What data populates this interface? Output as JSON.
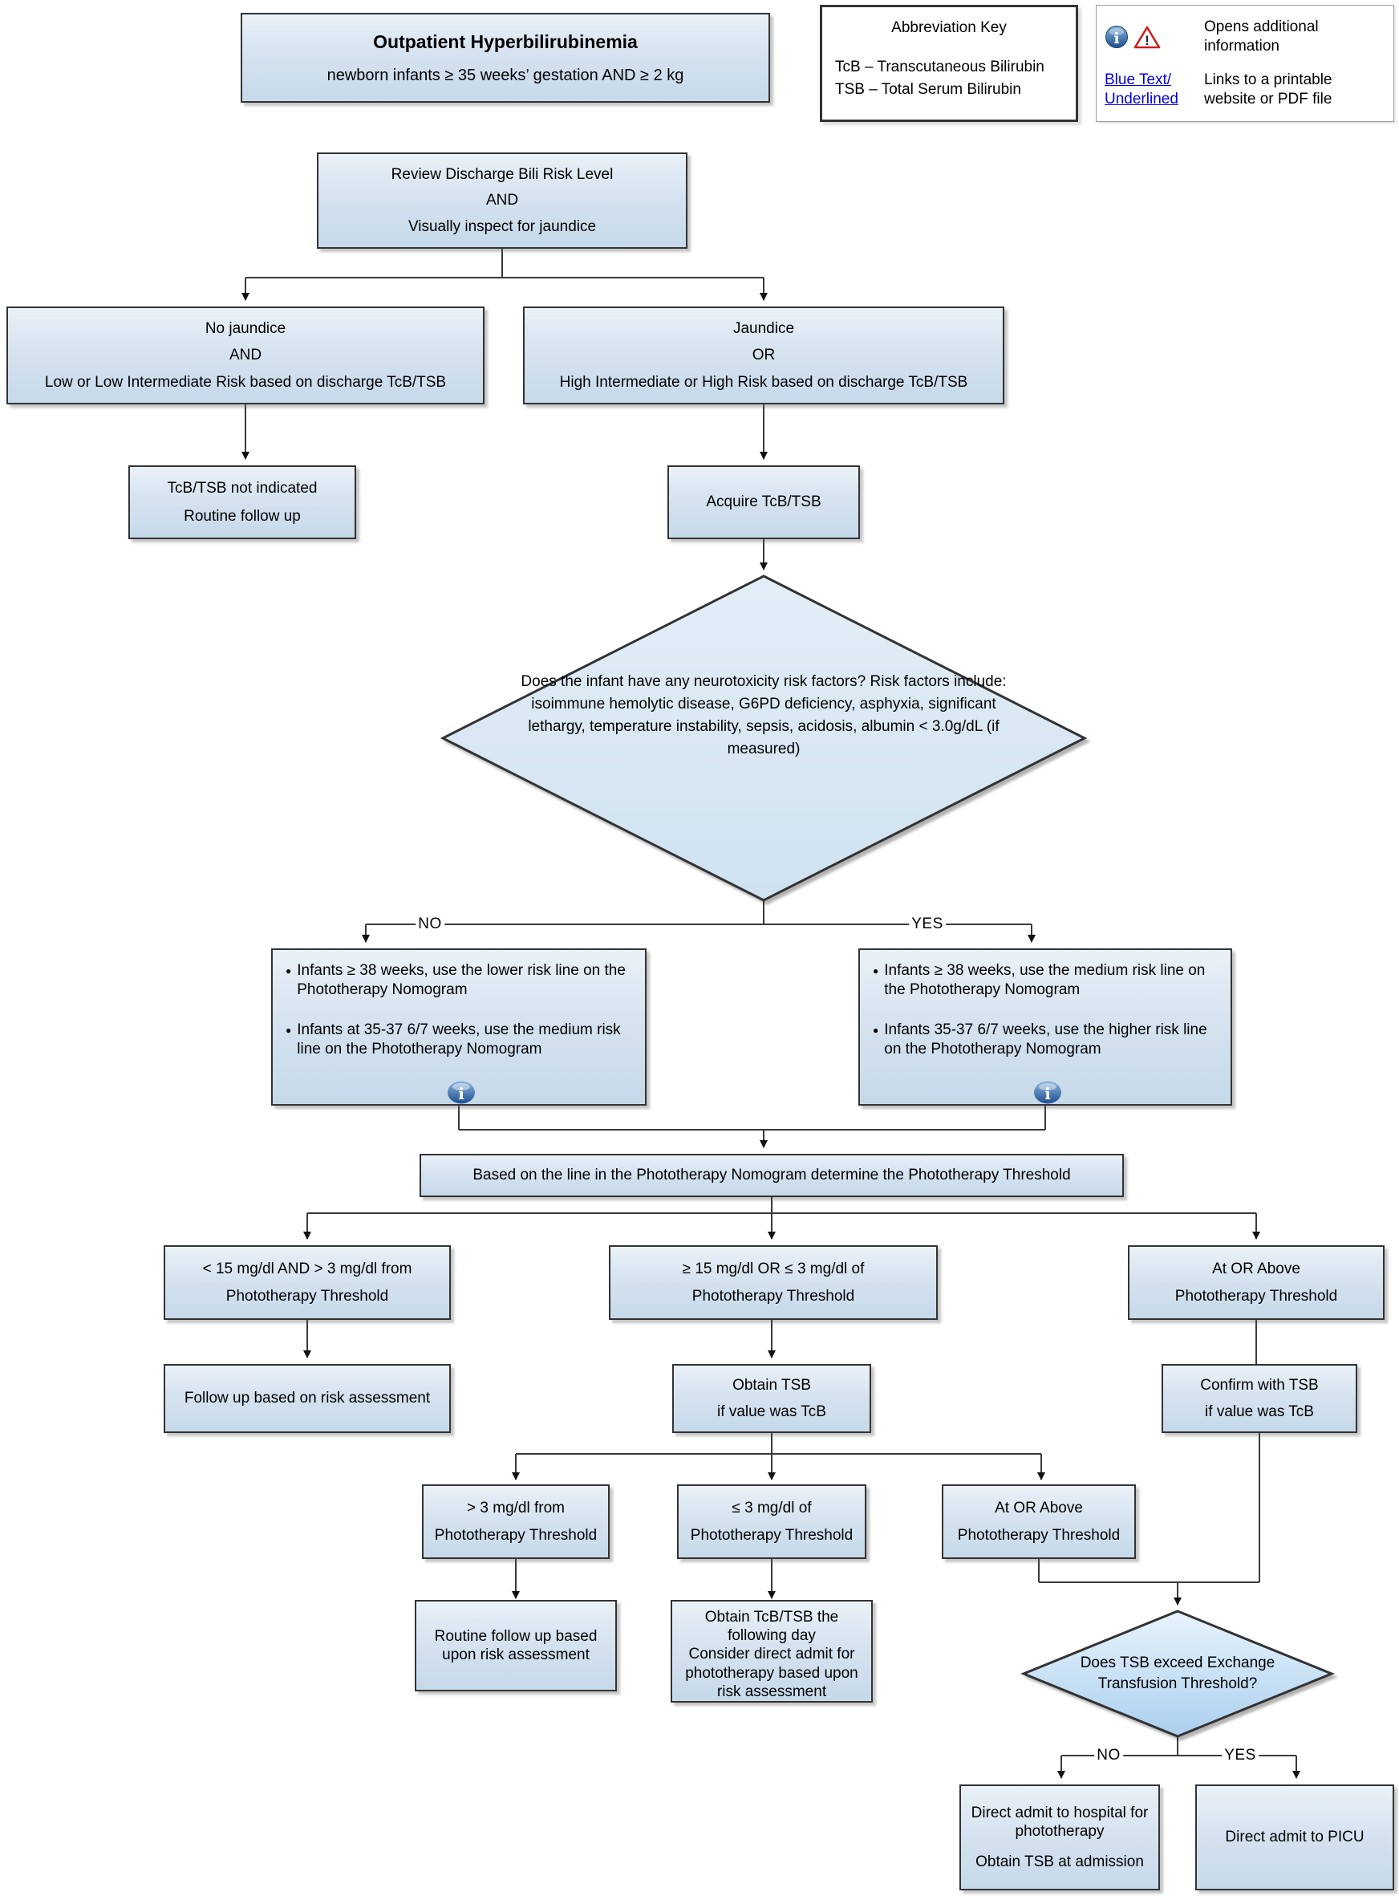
{
  "header": {
    "title": "Outpatient Hyperbilirubinemia",
    "subtitle": "newborn infants ≥ 35 weeks’ gestation AND ≥ 2 kg",
    "abbrev": {
      "title": "Abbreviation Key",
      "items": [
        "TcB – Transcutaneous Bilirubin",
        "TSB – Total Serum Bilirubin"
      ]
    },
    "legend": {
      "info_caption": "Opens additional information",
      "link_sample": "Blue Text/ Underlined",
      "link_caption": "Links to a printable website or PDF file"
    }
  },
  "nodes": {
    "review": [
      "Review Discharge Bili Risk Level",
      "AND",
      "Visually inspect for jaundice"
    ],
    "no_jaundice": [
      "No jaundice",
      "AND",
      "Low or Low Intermediate Risk based on discharge TcB/TSB"
    ],
    "jaundice": [
      "Jaundice",
      "OR",
      "High Intermediate or High Risk based on discharge TcB/TSB"
    ],
    "not_indicated": [
      "TcB/TSB not indicated",
      "Routine follow up"
    ],
    "acquire": [
      "Acquire TcB/TSB"
    ],
    "neuro_diamond": {
      "q": "Does the infant have any neurotoxicity risk factors?",
      "sub": "Risk factors include:",
      "l1": "isoimmune hemolytic disease, G6PD deficiency, asphyxia,",
      "l2": "significant lethargy, temperature instability, sepsis, acidosis,",
      "l3": "albumin < 3.0g/dL (if measured)"
    },
    "bullets_no": [
      "Infants ≥ 38 weeks, use the lower risk line on the Phototherapy Nomogram",
      "Infants at 35-37 6/7 weeks, use the medium risk line on the Phototherapy Nomogram"
    ],
    "bullets_yes": [
      "Infants ≥ 38 weeks, use the medium risk line on the Phototherapy Nomogram",
      "Infants 35-37 6/7 weeks, use the higher risk line on the Phototherapy Nomogram"
    ],
    "nomogram": "Based on the line in the Phototherapy Nomogram determine the Phototherapy Threshold",
    "lt15": [
      "< 15 mg/dl AND > 3 mg/dl from",
      "Phototherapy Threshold"
    ],
    "ge15": [
      "≥ 15 mg/dl OR ≤ 3 mg/dl of",
      "Phototherapy Threshold"
    ],
    "at_above_1": [
      "At OR Above",
      "Phototherapy Threshold"
    ],
    "followup": [
      "Follow up based on risk assessment"
    ],
    "obtain_tsb": [
      "Obtain TSB",
      "if value was TcB"
    ],
    "confirm_tsb": [
      "Confirm with TSB",
      "if value was TcB"
    ],
    "gt3": [
      "> 3 mg/dl from",
      "Phototherapy Threshold"
    ],
    "le3": [
      "≤ 3 mg/dl of",
      "Phototherapy Threshold"
    ],
    "at_above_2": [
      "At OR Above",
      "Phototherapy Threshold"
    ],
    "routine": [
      "Routine follow up based upon risk assessment"
    ],
    "obtain_next": [
      "Obtain TcB/TSB the following day",
      "Consider direct admit for phototherapy based upon risk assessment"
    ],
    "exchange_diamond": [
      "Does TSB exceed Exchange",
      "Transfusion Threshold?"
    ],
    "admit_hospital": [
      "Direct admit to hospital for phototherapy",
      "Obtain TSB at admission"
    ],
    "admit_picu": [
      "Direct admit to PICU"
    ]
  },
  "edge_labels": {
    "no1": "NO",
    "yes1": "YES",
    "no2": "NO",
    "yes2": "YES"
  },
  "colors": {
    "node_fill_top": "#eaf1f8",
    "node_fill_bottom": "#c6d9ea",
    "node_border": "#333333",
    "diamond2_fill_bottom": "#abcfef",
    "link_blue": "#0000e0",
    "info_icon_blue": "#2b5c97",
    "warning_red": "#cc1f1f"
  }
}
